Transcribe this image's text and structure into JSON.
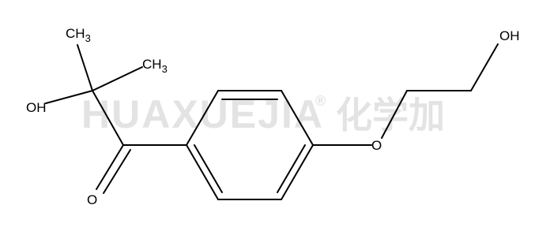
{
  "watermark": {
    "brand": "HUAXUEJIA",
    "registered": "®",
    "chinese": "化学加"
  },
  "atoms": {
    "ch3_top": {
      "main": "CH",
      "sub": "3"
    },
    "ch3_right": {
      "main": "CH",
      "sub": "3"
    },
    "oh_left": "OH",
    "o_carbonyl": "O",
    "o_ether": "O",
    "oh_right": "OH"
  },
  "colors": {
    "bond": "#000000",
    "atom_label": "#000000",
    "watermark": "#e3e3e3"
  }
}
